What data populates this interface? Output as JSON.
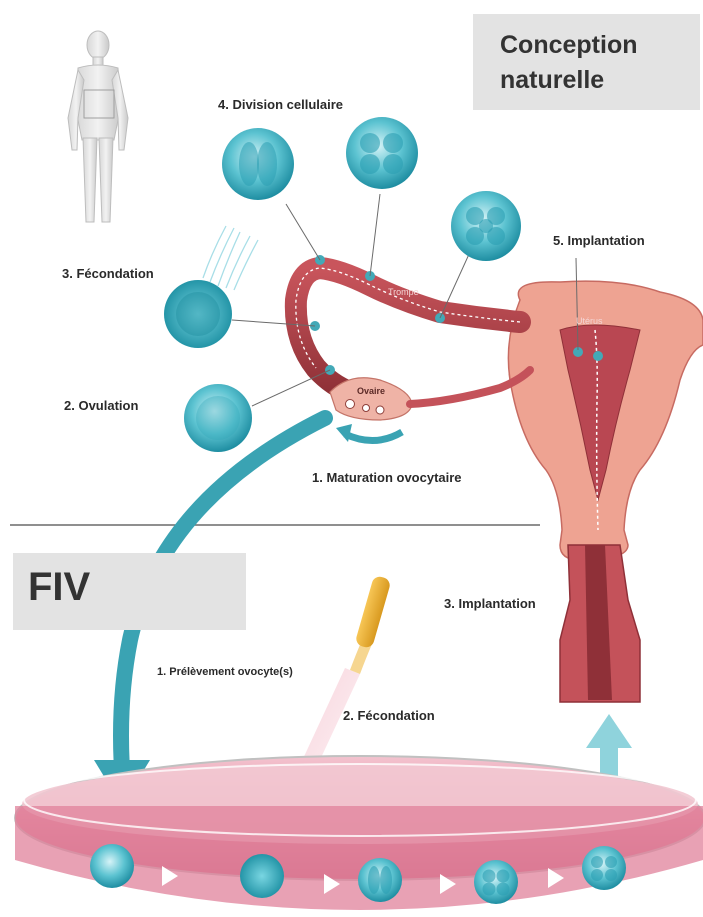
{
  "section_titles": {
    "natural": "Conception naturelle",
    "ivf": "FIV"
  },
  "natural_labels": {
    "division": "4. Division cellulaire",
    "fecondation": "3. Fécondation",
    "ovulation": "2. Ovulation",
    "implantation": "5. Implantation",
    "maturation": "1. Maturation ovocytaire"
  },
  "ivf_labels": {
    "prelevement": "1. Prélèvement ovocyte(s)",
    "fecondation": "2. Fécondation",
    "implantation": "3. Implantation"
  },
  "small_labels": {
    "ovaire": "Ovaire",
    "trompe": "Trompe",
    "uterus": "Utérus"
  },
  "colors": {
    "arrow_teal": "#3aa3b3",
    "cell_teal": "#3db4c4",
    "tissue_red": "#b54a50",
    "tissue_pink": "#eaa293",
    "dish_pink": "#e58aa0"
  }
}
